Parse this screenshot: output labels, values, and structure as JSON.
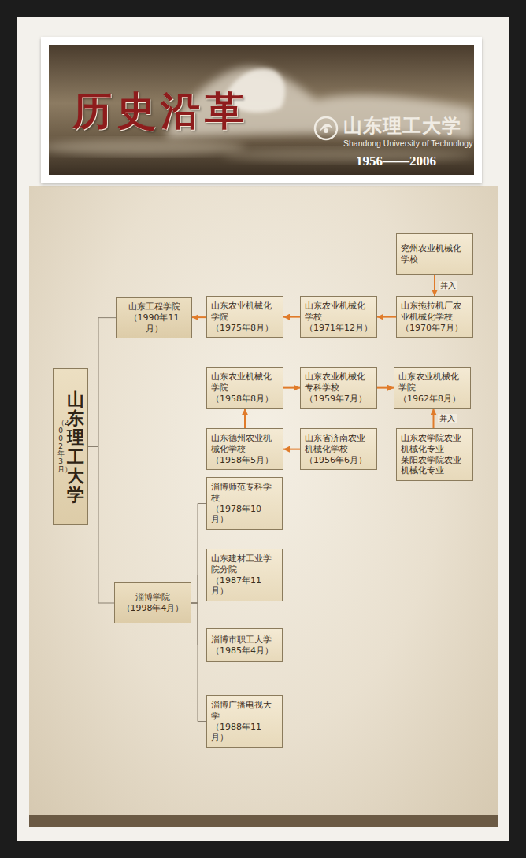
{
  "diagram": {
    "title": "历史沿革",
    "nodes": [
      {
        "text": [
          "山东理工大学",
          "（2002年3月）"
        ]
      },
      {
        "text": [
          "山东工程学院",
          "（1990年11月）"
        ]
      },
      {
        "text": [
          "山东农业机械化学院",
          "（1975年8月）"
        ]
      },
      {
        "text": [
          "山东农业机械化学校",
          "（1971年12月）"
        ]
      },
      {
        "text": [
          "兖州农业机械化学校"
        ]
      },
      {
        "text": [
          "山东拖拉机厂农业机械化学校",
          "（1970年7月）"
        ]
      },
      {
        "text": [
          "山东农业机械化学院",
          "（1958年8月）"
        ]
      },
      {
        "text": [
          "山东农业机械化专科学校",
          "（1959年7月）"
        ]
      },
      {
        "text": [
          "山东农业机械化学院",
          "（1962年8月）"
        ]
      },
      {
        "text": [
          "山东德州农业机械化学校",
          "（1958年5月）"
        ]
      },
      {
        "text": [
          "山东省济南农业机械化学校",
          "（1956年6月）"
        ]
      },
      {
        "text": [
          "山东农学院农业机械化专业",
          "莱阳农学院农业机械化专业"
        ]
      },
      {
        "text": [
          "淄博师范专科学校",
          "（1978年10月）"
        ]
      },
      {
        "text": [
          "淄博学院",
          "（1998年4月）"
        ]
      },
      {
        "text": [
          "山东建材工业学院分院",
          "（1987年11月）"
        ]
      },
      {
        "text": [
          "淄博市职工大学",
          "（1985年4月）"
        ]
      },
      {
        "text": [
          "淄博广播电视大学",
          "（1988年11月）"
        ]
      }
    ],
    "edges": [
      {
        "from": 0,
        "to": 1,
        "arrow": "none"
      },
      {
        "from": 0,
        "to": 13,
        "arrow": "none"
      },
      {
        "from": 2,
        "to": 1,
        "arrow": "to"
      },
      {
        "from": 3,
        "to": 2,
        "arrow": "to"
      },
      {
        "from": 5,
        "to": 3,
        "arrow": "to"
      },
      {
        "from": 4,
        "to": 5,
        "label": "并入",
        "arrow": "to"
      },
      {
        "from": 6,
        "to": 7,
        "arrow": "to"
      },
      {
        "from": 7,
        "to": 8,
        "arrow": "to"
      },
      {
        "from": 11,
        "to": 8,
        "label": "并入",
        "arrow": "to"
      },
      {
        "from": 10,
        "to": 9,
        "arrow": "to"
      },
      {
        "from": 9,
        "to": 6,
        "arrow": "to"
      },
      {
        "from": 13,
        "to": 12,
        "arrow": "none"
      },
      {
        "from": 13,
        "to": 14,
        "arrow": "none"
      },
      {
        "from": 13,
        "to": 15,
        "arrow": "none"
      },
      {
        "from": 13,
        "to": 16,
        "arrow": "none"
      }
    ],
    "labels": [
      "山东理工大学",
      "Shandong University of Technology",
      "1956——2006"
    ]
  }
}
